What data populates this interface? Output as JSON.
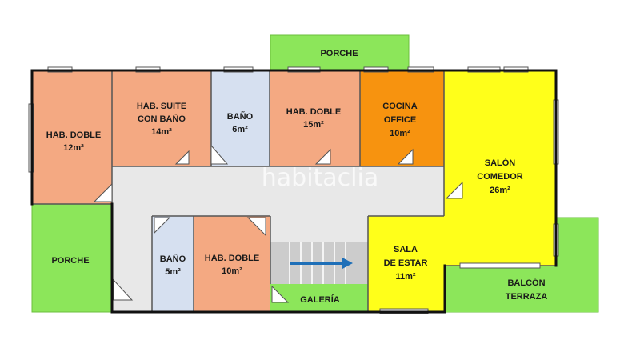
{
  "watermark": "habitaclia",
  "colors": {
    "bedroom": "#f4a982",
    "bath": "#d6e0f0",
    "kitchen": "#f7930f",
    "living": "#ffff1a",
    "outdoor": "#8ce65a",
    "corridor": "#e8e8e8",
    "stairs": "#cccccc",
    "arrow": "#1e6fb8"
  },
  "rooms": {
    "porche_top": {
      "name": "PORCHE"
    },
    "hab_doble_1": {
      "name": "HAB. DOBLE",
      "area": "12m²"
    },
    "hab_suite": {
      "name_1": "HAB. SUITE",
      "name_2": "CON BAÑO",
      "area": "14m²"
    },
    "bano_1": {
      "name": "BAÑO",
      "area": "6m²"
    },
    "hab_doble_2": {
      "name": "HAB. DOBLE",
      "area": "15m²"
    },
    "cocina": {
      "name_1": "COCINA",
      "name_2": "OFFICE",
      "area": "10m²"
    },
    "salon": {
      "name_1": "SALÓN",
      "name_2": "COMEDOR",
      "area": "26m²"
    },
    "porche_left": {
      "name": "PORCHE"
    },
    "bano_2": {
      "name": "BAÑO",
      "area": "5m²"
    },
    "hab_doble_3": {
      "name": "HAB. DOBLE",
      "area": "10m²"
    },
    "galeria": {
      "name": "GALERÍA"
    },
    "sala_estar": {
      "name_1": "SALA",
      "name_2": "DE ESTAR",
      "area": "11m²"
    },
    "balcon": {
      "name_1": "BALCÓN",
      "name_2": "TERRAZA"
    }
  }
}
